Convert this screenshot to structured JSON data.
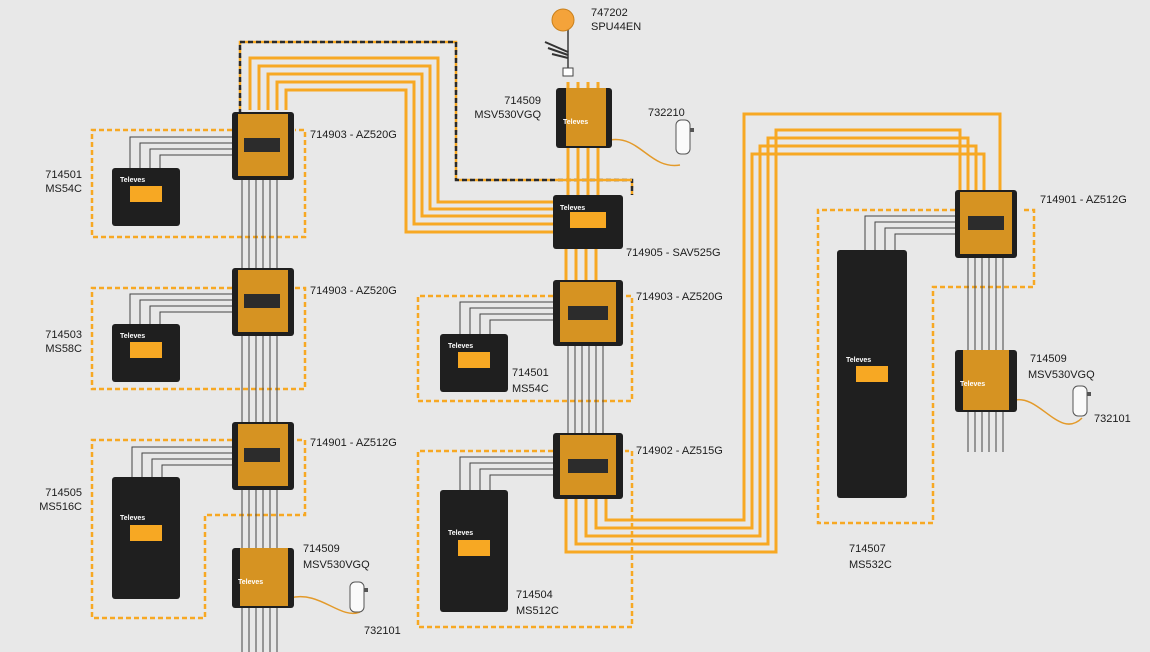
{
  "devices": [
    {
      "id": "antenna",
      "code": "747202",
      "model": "SPU44EN"
    },
    {
      "id": "amp-top",
      "code": "714509",
      "model": "MSV530VGQ"
    },
    {
      "id": "psu-top",
      "code": "732210"
    },
    {
      "id": "sw-a1",
      "code": "714903",
      "model": "AZ520G"
    },
    {
      "id": "ms-a1",
      "code": "714501",
      "model": "MS54C"
    },
    {
      "id": "sw-a2",
      "code": "714903",
      "model": "AZ520G"
    },
    {
      "id": "ms-a2",
      "code": "714503",
      "model": "MS58C"
    },
    {
      "id": "sw-a3",
      "code": "714901",
      "model": "AZ512G"
    },
    {
      "id": "ms-a3",
      "code": "714505",
      "model": "MS516C"
    },
    {
      "id": "amp-a",
      "code": "714509",
      "model": "MSV530VGQ"
    },
    {
      "id": "psu-a",
      "code": "732101"
    },
    {
      "id": "sav",
      "code": "714905",
      "model": "SAV525G"
    },
    {
      "id": "sw-b1",
      "code": "714903",
      "model": "AZ520G"
    },
    {
      "id": "ms-b1",
      "code": "714501",
      "model": "MS54C"
    },
    {
      "id": "sw-b2",
      "code": "714902",
      "model": "AZ515G"
    },
    {
      "id": "ms-b2",
      "code": "714504",
      "model": "MS512C"
    },
    {
      "id": "sw-c1",
      "code": "714901",
      "model": "AZ512G"
    },
    {
      "id": "amp-c",
      "code": "714509",
      "model": "MSV530VGQ"
    },
    {
      "id": "psu-c",
      "code": "732101"
    },
    {
      "id": "ms-c",
      "code": "714507",
      "model": "MS532C"
    }
  ],
  "labels": {
    "antenna_code": "747202",
    "antenna_model": "SPU44EN",
    "amp_top_code": "714509",
    "amp_top_model": "MSV530VGQ",
    "psu_top": "732210",
    "sw_a1": "714903 - AZ520G",
    "ms_a1_code": "714501",
    "ms_a1_model": "MS54C",
    "sw_a2": "714903 - AZ520G",
    "ms_a2_code": "714503",
    "ms_a2_model": "MS58C",
    "sw_a3": "714901 - AZ512G",
    "ms_a3_code": "714505",
    "ms_a3_model": "MS516C",
    "amp_a_code": "714509",
    "amp_a_model": "MSV530VGQ",
    "psu_a": "732101",
    "sav": "714905 - SAV525G",
    "sw_b1": "714903 - AZ520G",
    "ms_b1_code": "714501",
    "ms_b1_model": "MS54C",
    "sw_b2": "714902 - AZ515G",
    "ms_b2_code": "714504",
    "ms_b2_model": "MS512C",
    "sw_c1": "714901 - AZ512G",
    "amp_c_code": "714509",
    "amp_c_model": "MSV530VGQ",
    "psu_c": "732101",
    "ms_c_code": "714507",
    "ms_c_model": "MS532C",
    "brand": "Televes"
  },
  "colors": {
    "background": "#e8e8e8",
    "trunk": "#f7a823",
    "device": "#1f1f1f",
    "label": "#1c1c1c"
  }
}
